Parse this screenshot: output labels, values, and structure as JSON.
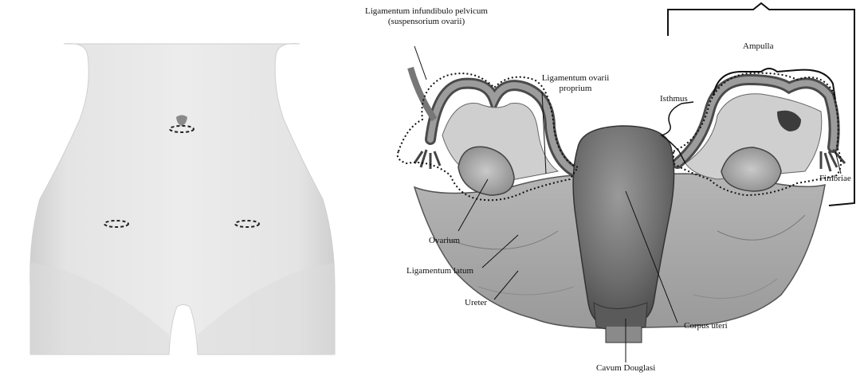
{
  "labels": {
    "ligamentum_infundibulo_line1": "Ligamentum infundibulo pelvicum",
    "ligamentum_infundibulo_line2": "(suspensorium ovarii)",
    "ligamentum_ovarii_line1": "Ligamentum ovarii",
    "ligamentum_ovarii_line2": "proprium",
    "ampulla": "Ampulla",
    "isthmus": "Isthmus",
    "fimbriae": "Fimbriae",
    "ovarium": "Ovarium",
    "ligamentum_latum": "Ligamentum latum",
    "ureter": "Ureter",
    "corpus_uteri": "Corpus uteri",
    "cavum_douglasi": "Cavum Douglasi"
  }
}
